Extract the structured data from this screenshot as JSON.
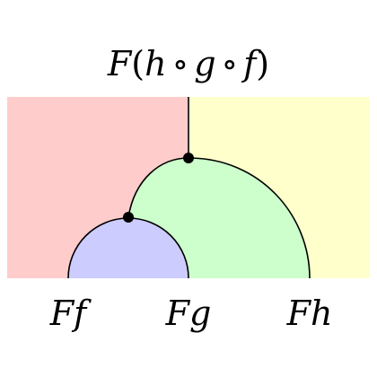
{
  "diagram": {
    "top_label": {
      "F": "F",
      "open_paren": "(",
      "h": "h",
      "circ1": "∘",
      "g": "g",
      "circ2": "∘",
      "f": "f",
      "close_paren": ")"
    },
    "bottom_labels": {
      "Ff": "Ff",
      "Fg": "Fg",
      "Fh": "Fh"
    },
    "colors": {
      "left_region": "#ffcccc",
      "right_region": "#ffffcc",
      "green_region": "#ccffcc",
      "blue_region": "#ccccff",
      "stroke": "#000000",
      "node": "#000000"
    }
  }
}
